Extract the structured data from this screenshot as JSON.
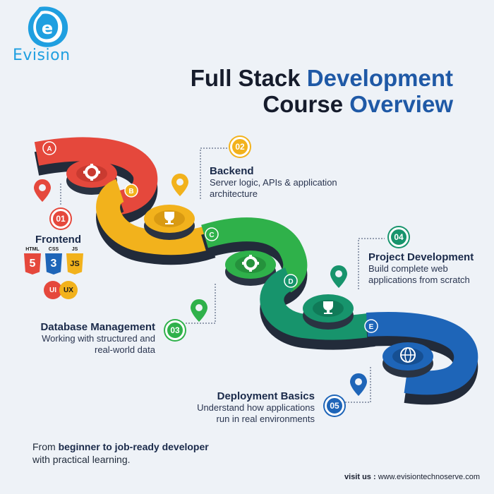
{
  "logo": {
    "text": "Evision",
    "letter": "e"
  },
  "title": {
    "part1": "Full Stack",
    "part2": "Development",
    "part3": "Course",
    "part4": "Overview"
  },
  "path_letters": [
    "A",
    "B",
    "C",
    "D",
    "E"
  ],
  "sections": [
    {
      "num": "01",
      "title": "Frontend",
      "desc": "",
      "color": "#e5483c"
    },
    {
      "num": "02",
      "title": "Backend",
      "desc1": "Server logic, APIs & application",
      "desc2": "architecture",
      "color": "#f2b21c"
    },
    {
      "num": "03",
      "title": "Database Management",
      "desc1": "Working with structured and",
      "desc2": "real-world data",
      "color": "#2fb14a"
    },
    {
      "num": "04",
      "title": "Project Development",
      "desc1": "Build complete web",
      "desc2": "applications from scratch",
      "color": "#17946c"
    },
    {
      "num": "05",
      "title": "Deployment Basics",
      "desc1": "Understand how applications",
      "desc2": "run in real environments",
      "color": "#1e65b8"
    }
  ],
  "frontend_tech": {
    "html": "HTML",
    "css": "CSS",
    "js": "JS",
    "html_num": "5",
    "css_num": "3",
    "js_sym": "JS",
    "ui": "UI",
    "ux": "UX"
  },
  "bottom": {
    "bold": "beginner to job-ready developer",
    "pre": "From ",
    "line2": "with practical learning."
  },
  "visit": {
    "label": "visit us :",
    "url": "www.evisiontechnoserve.com"
  },
  "colors": {
    "red": "#e5483c",
    "yellow": "#f2b21c",
    "green": "#2fb14a",
    "teal": "#17946c",
    "blue": "#1e65b8"
  }
}
